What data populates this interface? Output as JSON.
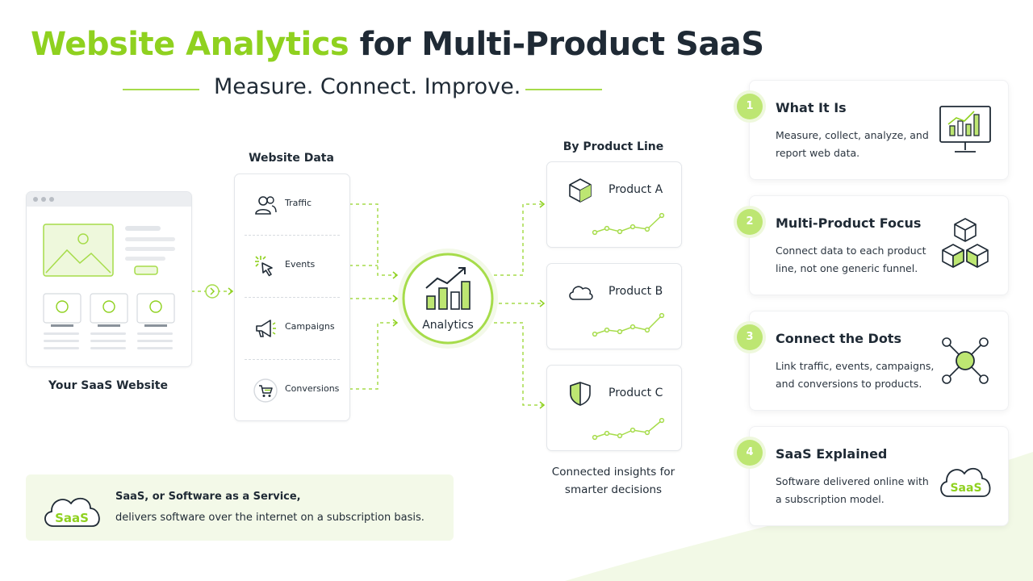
{
  "header": {
    "title_accent": "Website Analytics",
    "title_rest": "for Multi-Product SaaS",
    "subtitle": "Measure. Connect. Improve."
  },
  "website": {
    "label": "Your SaaS Website"
  },
  "website_data": {
    "heading": "Website Data",
    "items": [
      {
        "label": "Traffic",
        "icon": "users-icon"
      },
      {
        "label": "Events",
        "icon": "cursor-click-icon"
      },
      {
        "label": "Campaigns",
        "icon": "megaphone-icon"
      },
      {
        "label": "Conversions",
        "icon": "cart-icon"
      }
    ]
  },
  "hub": {
    "label": "Analytics",
    "icon": "bar-chart-trend-icon"
  },
  "products": {
    "heading": "By Product Line",
    "items": [
      {
        "name": "Product A",
        "icon": "cube-icon"
      },
      {
        "name": "Product B",
        "icon": "cloud-icon"
      },
      {
        "name": "Product C",
        "icon": "shield-icon"
      }
    ],
    "caption": "Connected insights for smarter decisions"
  },
  "cards": [
    {
      "num": "1",
      "title": "What It Is",
      "desc": "Measure, collect, analyze, and report web data.",
      "icon": "monitor-chart-icon"
    },
    {
      "num": "2",
      "title": "Multi-Product Focus",
      "desc": "Connect data to each product line, not one generic funnel.",
      "icon": "stacked-cubes-icon"
    },
    {
      "num": "3",
      "title": "Connect the Dots",
      "desc": "Link traffic, events, campaigns, and conversions to products.",
      "icon": "network-nodes-icon"
    },
    {
      "num": "4",
      "title": "SaaS Explained",
      "desc": "Software delivered online with a subscription model.",
      "icon": "saas-cloud-icon"
    }
  ],
  "saas_definition": {
    "cloud_text": "SaaS",
    "line1": "SaaS, or Software as a Service,",
    "line2": "delivers software over the internet on a subscription basis."
  },
  "card4_cloud_text": "SaaS",
  "colors": {
    "accent": "#8fd11f",
    "accent_light": "#bde672",
    "dark": "#1f2a35"
  }
}
